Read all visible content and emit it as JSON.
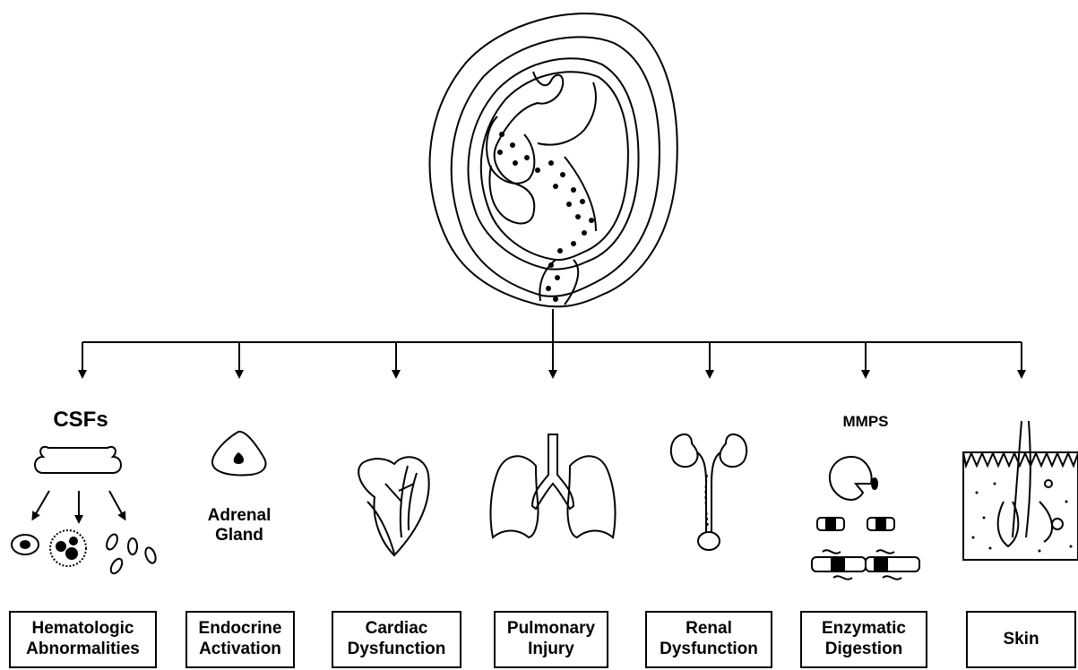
{
  "labels": {
    "csfs": "CSFs",
    "adrenal_line1": "Adrenal",
    "adrenal_line2": "Gland",
    "mmps": "MMPS"
  },
  "outcomes": [
    {
      "line1": "Hematologic",
      "line2": "Abnormalities"
    },
    {
      "line1": "Endocrine",
      "line2": "Activation"
    },
    {
      "line1": "Cardiac",
      "line2": "Dysfunction"
    },
    {
      "line1": "Pulmonary",
      "line2": "Injury"
    },
    {
      "line1": "Renal",
      "line2": "Dysfunction"
    },
    {
      "line1": "Enzymatic",
      "line2": "Digestion"
    },
    {
      "line1": "Skin",
      "line2": ""
    }
  ]
}
